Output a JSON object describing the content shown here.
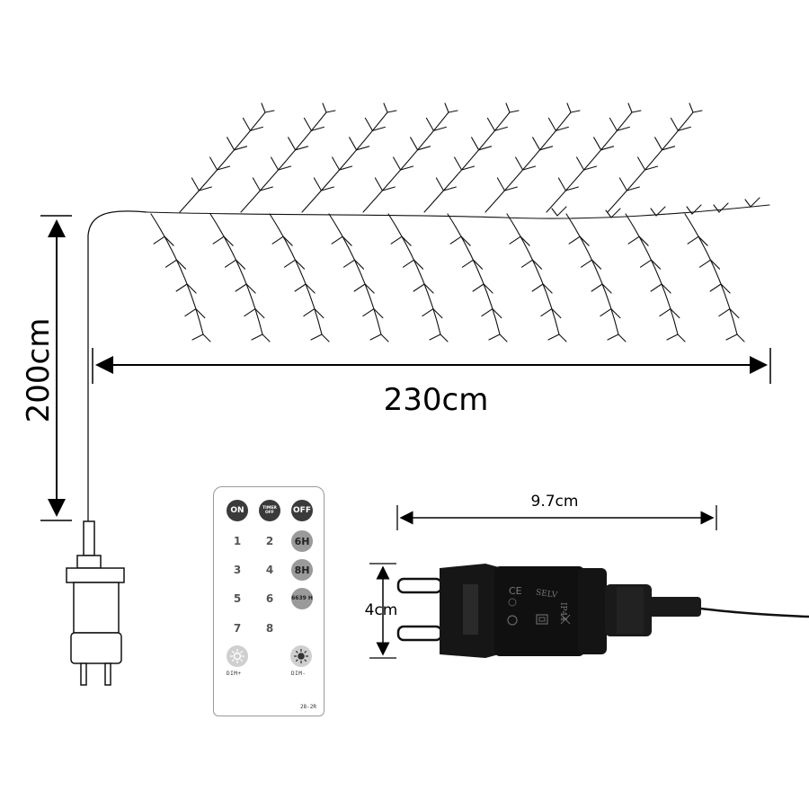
{
  "dimensions": {
    "height_label": "200cm",
    "width_label": "230cm",
    "adapter_length_label": "9.7cm",
    "adapter_height_label": "4cm"
  },
  "remote": {
    "buttons": [
      {
        "id": "on",
        "label": "ON"
      },
      {
        "id": "timer-off",
        "label": "TIMER OFF"
      },
      {
        "id": "off",
        "label": "OFF"
      },
      {
        "id": "1",
        "label": "1"
      },
      {
        "id": "2",
        "label": "2"
      },
      {
        "id": "6h",
        "label": "6H"
      },
      {
        "id": "3",
        "label": "3"
      },
      {
        "id": "4",
        "label": "4"
      },
      {
        "id": "8h",
        "label": "8H"
      },
      {
        "id": "5",
        "label": "5"
      },
      {
        "id": "6",
        "label": "6"
      },
      {
        "id": "6639h",
        "label": "6639 H"
      },
      {
        "id": "7",
        "label": "7"
      },
      {
        "id": "8",
        "label": "8"
      }
    ],
    "dim_plus_label": "DIM+",
    "dim_minus_label": "DIM-",
    "model_label": "28-2R"
  },
  "adapter": {
    "markings": {
      "ce": "CE",
      "selv": "SELV",
      "ip": "IP44"
    }
  }
}
